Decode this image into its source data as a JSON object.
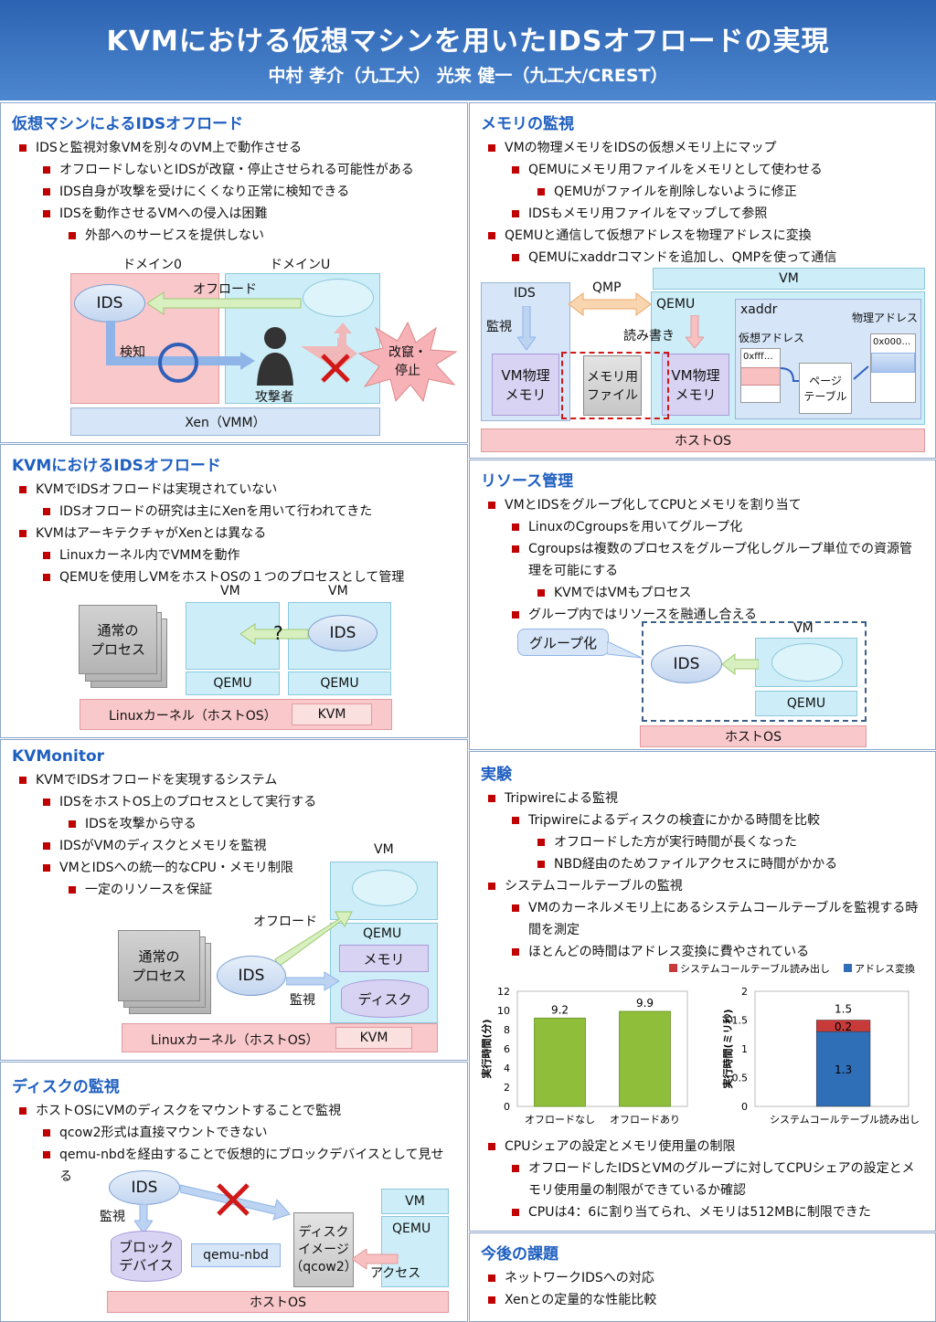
{
  "header": {
    "title": "KVMにおける仮想マシンを用いたIDSオフロードの実現",
    "authors": "中村 孝介（九工大） 光来 健一（九工大/CREST）"
  },
  "s1": {
    "title": "仮想マシンによるIDSオフロード",
    "items": [
      "IDSと監視対象VMを別々のVM上で動作させる",
      "オフロードしないとIDSが改竄・停止させられる可能性がある",
      "IDS自身が攻撃を受けにくくなり正常に検知できる",
      "IDSを動作させるVMへの侵入は困難",
      "外部へのサービスを提供しない"
    ],
    "fig": {
      "dom0": "ドメイン0",
      "domU": "ドメインU",
      "offload": "オフロード",
      "ids": "IDS",
      "detect": "検知",
      "attacker": "攻撃者",
      "tamper": "改竄・\n停止",
      "xen": "Xen（VMM）"
    }
  },
  "s2": {
    "title": "KVMにおけるIDSオフロード",
    "items": [
      "KVMでIDSオフロードは実現されていない",
      "IDSオフロードの研究は主にXenを用いて行われてきた",
      "KVMはアーキテクチャがXenとは異なる",
      "Linuxカーネル内でVMMを動作",
      "QEMUを使用しVMをホストOSの１つのプロセスとして管理"
    ],
    "fig": {
      "vm": "VM",
      "proc": "通常の\nプロセス",
      "q": "?",
      "ids": "IDS",
      "qemu": "QEMU",
      "kernel": "Linuxカーネル（ホストOS）",
      "kvm": "KVM"
    }
  },
  "s3": {
    "title": "KVMonitor",
    "items": [
      "KVMでIDSオフロードを実現するシステム",
      "IDSをホストOS上のプロセスとして実行する",
      "IDSを攻撃から守る",
      "IDSがVMのディスクとメモリを監視",
      "VMとIDSへの統一的なCPU・メモリ制限",
      "一定のリソースを保証"
    ],
    "fig": {
      "vm": "VM",
      "offload": "オフロード",
      "qemu": "QEMU",
      "mem": "メモリ",
      "proc": "通常の\nプロセス",
      "ids": "IDS",
      "watch": "監視",
      "disk": "ディスク",
      "kernel": "Linuxカーネル（ホストOS）",
      "kvm": "KVM"
    }
  },
  "s4": {
    "title": "ディスクの監視",
    "items": [
      "ホストOSにVMのディスクをマウントすることで監視",
      "qcow2形式は直接マウントできない",
      "qemu-nbdを経由することで仮想的にブロックデバイスとして見せる"
    ],
    "fig": {
      "ids": "IDS",
      "watch": "監視",
      "block": "ブロック\nデバイス",
      "nbd": "qemu-nbd",
      "img": "ディスク\nイメージ\n（qcow2）",
      "vm": "VM",
      "qemu": "QEMU",
      "access": "アクセス",
      "host": "ホストOS"
    }
  },
  "s5": {
    "title": "メモリの監視",
    "items": [
      "VMの物理メモリをIDSの仮想メモリ上にマップ",
      "QEMUにメモリ用ファイルをメモリとして使わせる",
      "QEMUがファイルを削除しないように修正",
      "IDSもメモリ用ファイルをマップして参照",
      "QEMUと通信して仮想アドレスを物理アドレスに変換",
      "QEMUにxaddrコマンドを追加し、QMPを使って通信"
    ],
    "fig": {
      "vm": "VM",
      "ids": "IDS",
      "qmp": "QMP",
      "qemu": "QEMU",
      "xaddr": "xaddr",
      "watch": "監視",
      "rw": "読み書き",
      "vaddr": "仮想アドレス",
      "paddr": "物理アドレス",
      "fff": "0xfff…",
      "zzz": "0x000…",
      "vmmem": "VM物理\nメモリ",
      "memfile": "メモリ用\nファイル",
      "page": "ページ\nテーブル",
      "host": "ホストOS"
    }
  },
  "s6": {
    "title": "リソース管理",
    "items": [
      "VMとIDSをグループ化してCPUとメモリを割り当て",
      "LinuxのCgroupsを用いてグループ化",
      "Cgroupsは複数のプロセスをグループ化しグループ単位での資源管理を可能にする",
      "KVMではVMもプロセス",
      "グループ内ではリソースを融通し合える"
    ],
    "fig": {
      "group": "グループ化",
      "vm": "VM",
      "ids": "IDS",
      "qemu": "QEMU",
      "host": "ホストOS"
    }
  },
  "s7": {
    "title": "実験",
    "items": [
      "Tripwireによる監視",
      "Tripwireによるディスクの検査にかかる時間を比較",
      "オフロードした方が実行時間が長くなった",
      "NBD経由のためファイルアクセスに時間がかかる",
      "システムコールテーブルの監視",
      "VMのカーネルメモリ上にあるシステムコールテーブルを監視する時間を測定",
      "ほとんどの時間はアドレス変換に費やされている"
    ],
    "items2": [
      "CPUシェアの設定とメモリ使用量の制限",
      "オフロードしたIDSとVMのグループに対してCPUシェアの設定とメモリ使用量の制限ができているか確認",
      "CPUは4：6に割り当てられ、メモリは512MBに制限できた"
    ]
  },
  "s8": {
    "title": "今後の課題",
    "items": [
      "ネットワークIDSへの対応",
      "Xenとの定量的な性能比較"
    ]
  },
  "chart_data": [
    {
      "type": "bar",
      "categories": [
        "オフロードなし",
        "オフロードあり"
      ],
      "values": [
        9.2,
        9.9
      ],
      "ylabel": "実行時間(分)",
      "ylim": [
        0,
        12
      ],
      "yticks": [
        "0",
        "2",
        "4",
        "6",
        "8",
        "10",
        "12"
      ],
      "color": "#8fbf3a"
    },
    {
      "type": "bar",
      "categories": [
        "システムコールテーブル読み出し"
      ],
      "series": [
        {
          "name": "アドレス変換",
          "values": [
            1.3
          ],
          "color": "#2f6fb8"
        },
        {
          "name": "システムコールテーブル読み出し",
          "values": [
            0.2
          ],
          "color": "#c83a3a"
        }
      ],
      "total_label": "1.5",
      "ylabel": "実行時間(ミリ秒)",
      "ylim": [
        0,
        2
      ],
      "yticks": [
        "0",
        "0.5",
        "1",
        "1.5",
        "2"
      ]
    }
  ]
}
